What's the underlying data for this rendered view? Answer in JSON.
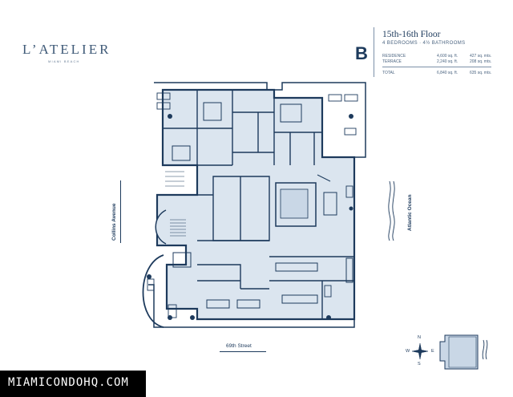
{
  "brand": {
    "name": "L’ATELIER",
    "location": "MIAMI BEACH"
  },
  "unit": {
    "letter": "B",
    "floor": "15th-16th Floor",
    "bed_bath": "4 BEDROOMS  ·  4½ BATHROOMS",
    "areas": [
      {
        "label": "RESIDENCE",
        "sqft": "4,600 sq. ft.",
        "sqm": "427 sq. mts."
      },
      {
        "label": "TERRACE",
        "sqft": "2,240 sq. ft.",
        "sqm": "208 sq. mts."
      }
    ],
    "total": {
      "label": "TOTAL",
      "sqft": "6,840 sq. ft.",
      "sqm": "635 sq. mts."
    }
  },
  "streets": {
    "south": "69th Street",
    "west": "Collins Avenue",
    "east": "Atlantic Ocean"
  },
  "compass": {
    "n": "N",
    "s": "S",
    "e": "E",
    "w": "W"
  },
  "watermark": "MIAMICONDOHQ.COM",
  "colors": {
    "navy": "#1d3a5c",
    "plan_fill": "#dbe5ef",
    "wall": "#1d3a5c",
    "key_fill": "#c9d7e6"
  }
}
